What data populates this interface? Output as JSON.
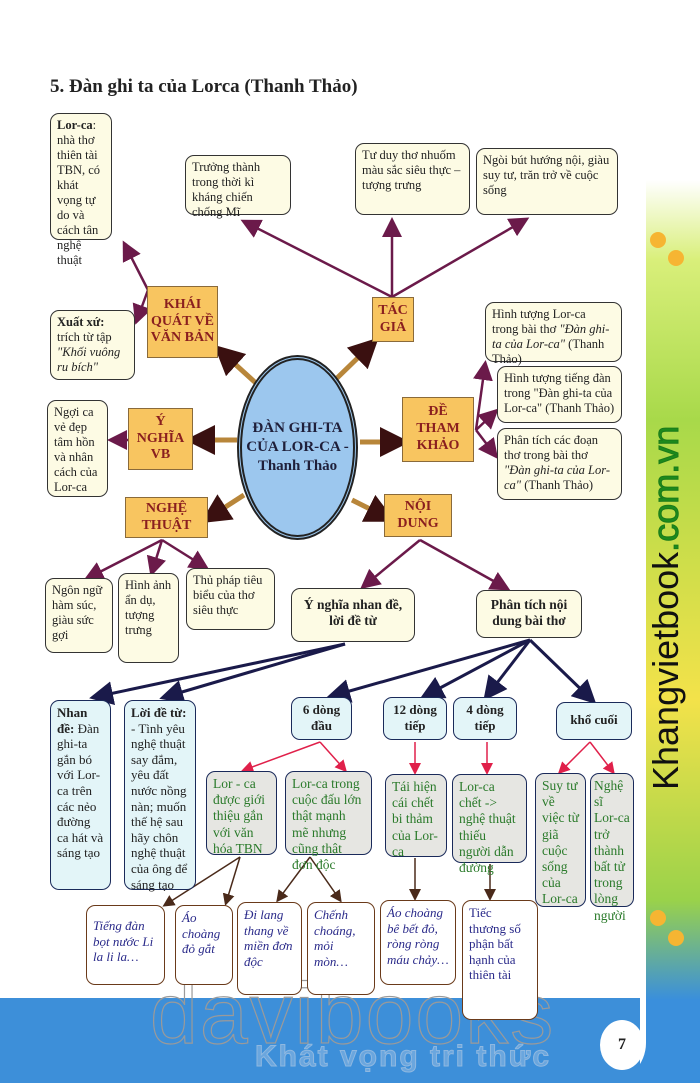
{
  "title": "5. Đàn ghi ta của Lorca (Thanh Thảo)",
  "center": "ĐÀN GHI-TA CỦA LOR-CA - Thanh Thảo",
  "branches": {
    "khai_quat": "KHÁI QUÁT VỀ VĂN BẢN",
    "tac_gia": "TÁC GIẢ",
    "de_tham_khao": "ĐỀ THAM KHẢO",
    "y_nghia": "Ý NGHĨA VB",
    "nghe_thuat": "NGHỆ THUẬT",
    "noi_dung": "NỘI DUNG"
  },
  "khai_quat": {
    "lorca_label": "Lor-ca",
    "lorca_text": ": nhà thơ thiên tài TBN, có khát vọng tự do và cách tân nghệ thuật",
    "xuat_xu_label": "Xuất xứ:",
    "xuat_xu_text": "trích từ tập",
    "xuat_xu_book": "\"Khối vuông ru bích\""
  },
  "tac_gia": [
    "Trưởng thành trong thời kì kháng chiến chống Mĩ",
    "Tư duy thơ nhuốm màu sắc siêu thực – tượng trưng",
    "Ngòi bút hướng nội, giàu suy tư, trăn trở về cuộc sống"
  ],
  "de_tham_khao": {
    "d1_a": "Hình tượng Lor-ca trong bài thơ ",
    "d1_b": "\"Đàn ghi-ta của Lor-ca\"",
    "d1_c": " (Thanh Thảo)",
    "d2": "Hình tượng tiếng đàn trong \"Đàn ghi-ta của Lor-ca\" (Thanh Thảo)",
    "d3_a": "Phân tích các đoạn thơ trong bài thơ ",
    "d3_b": "\"Đàn ghi-ta của Lor-ca\"",
    "d3_c": " (Thanh Thảo)"
  },
  "y_nghia": "Ngợi ca vẻ đẹp tâm hồn và nhân cách của Lor-ca",
  "nghe_thuat": [
    "Ngôn ngữ hàm súc, giàu sức gợi",
    "Hình ảnh ẩn dụ, tượng trưng",
    "Thủ pháp tiêu biểu của thơ siêu thực"
  ],
  "noi_dung": {
    "y_nghia_nhan_de": "Ý nghĩa nhan đề, lời đề từ",
    "phan_tich": "Phân tích nội dung bài thơ",
    "nhan_de_label": "Nhan đề:",
    "nhan_de_text": "Đàn ghi-ta gắn bó với Lor-ca trên các nẻo đường ca hát và sáng tạo",
    "loi_de_tu_label": "Lời đề từ:",
    "loi_de_tu_text": "- Tình yêu nghệ thuật say đắm, yêu đất nước nồng nàn; muốn thế hệ sau hãy chôn nghệ thuật của ông để sáng tạo",
    "sections": [
      "6 dòng đầu",
      "12 dòng tiếp",
      "4 dòng tiếp",
      "khổ cuối"
    ],
    "details": [
      "Lor - ca được giới thiệu gắn với văn hóa TBN",
      "Lor-ca trong cuộc đấu lớn thật mạnh mẽ nhưng cũng thật đơn độc",
      "Tái hiện cái chết bi thảm của Lor-ca",
      "Lor-ca chết -> nghệ thuật thiếu người dẫn đường",
      "Suy tư về việc từ giã cuộc sống của Lor-ca",
      "Nghệ sĩ Lor-ca trở thành bất tử trong lòng người"
    ],
    "quotes": [
      "Tiếng đàn bọt nước Li la li la…",
      "Áo choàng đỏ gắt",
      "Đi lang thang về miền đơn độc",
      "Chếnh choáng, mỏi mòn…",
      "Áo choàng bê bết đỏ, ròng ròng máu chảy…",
      "Tiếc thương số phận bất hạnh của thiên tài"
    ]
  },
  "watermark": "davibooks",
  "watermark_slogan": "Khát vọng tri thức",
  "side_brand": {
    "a": "Khangvietbook",
    "b": ".com.vn"
  },
  "page_number": "7"
}
